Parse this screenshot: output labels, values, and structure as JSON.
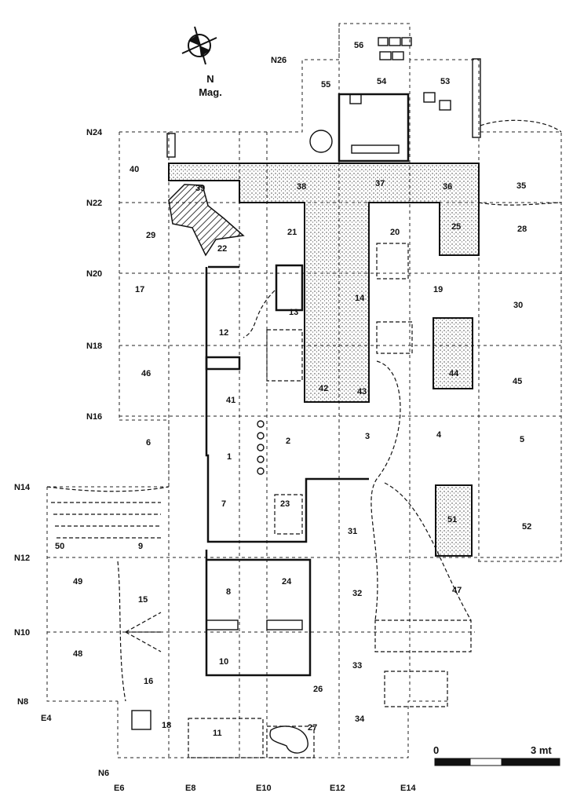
{
  "compass": {
    "north_label": "N",
    "mag_label": "Mag."
  },
  "grid_labels": {
    "north": [
      "N26",
      "N24",
      "N22",
      "N20",
      "N18",
      "N16",
      "N14",
      "N12",
      "N10",
      "N8",
      "N6"
    ],
    "east": [
      "E4",
      "E6",
      "E8",
      "E10",
      "E12",
      "E14"
    ]
  },
  "rooms": [
    "56",
    "55",
    "54",
    "53",
    "40",
    "39",
    "38",
    "37",
    "36",
    "35",
    "29",
    "22",
    "21",
    "20",
    "25",
    "28",
    "17",
    "13",
    "14",
    "19",
    "30",
    "12",
    "42",
    "43",
    "44",
    "46",
    "41",
    "45",
    "6",
    "2",
    "3",
    "4",
    "5",
    "1",
    "7",
    "23",
    "51",
    "31",
    "50",
    "9",
    "52",
    "49",
    "15",
    "8",
    "24",
    "32",
    "47",
    "48",
    "10",
    "33",
    "16",
    "26",
    "18",
    "11",
    "27",
    "34"
  ],
  "scale": {
    "start_label": "0",
    "end_label": "3 mt"
  },
  "colors": {
    "ink": "#111111",
    "paper": "#ffffff"
  }
}
